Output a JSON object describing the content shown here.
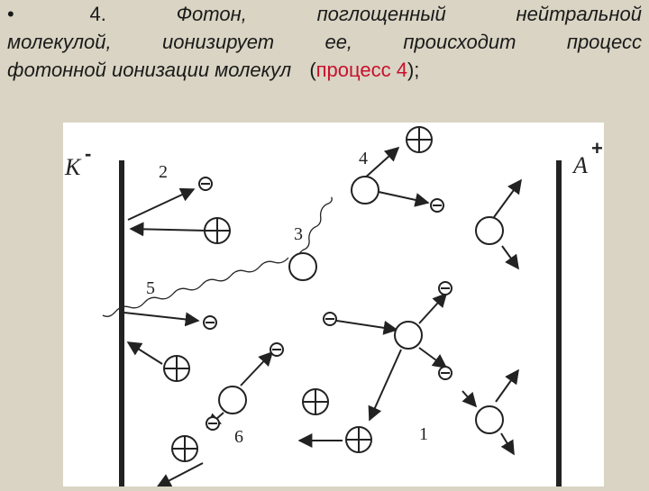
{
  "text": {
    "bullet": "•",
    "line1": [
      "4.",
      "Фотон,",
      "поглощенный",
      "нейтральной"
    ],
    "line2": [
      "молекулой,",
      "ионизирует",
      "ее,",
      "происходит",
      "процесс"
    ],
    "line3_prefix": "фотонной ионизации молекул",
    "line3_open": "(",
    "line3_highlight": "процесс 4",
    "line3_close": ");"
  },
  "diagram": {
    "cathode_label": "K",
    "cathode_sign": "-",
    "anode_label": "A",
    "anode_sign": "+",
    "process_numbers": [
      "1",
      "2",
      "3",
      "4",
      "5",
      "6"
    ],
    "colors": {
      "highlight": "#c8102e",
      "background": "#d9d4c3",
      "diagram_bg": "#ffffff",
      "ink": "#222222"
    }
  }
}
